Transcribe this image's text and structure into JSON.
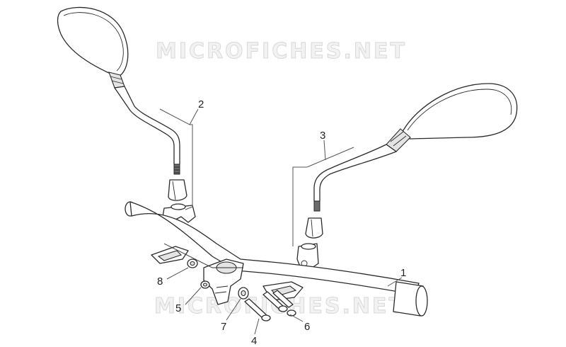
{
  "watermark": {
    "text": "MICROFICHES.NET"
  },
  "callouts": {
    "c1": "1",
    "c2": "2",
    "c3": "3",
    "c4": "4",
    "c5": "5",
    "c6": "6",
    "c7": "7",
    "c8": "8"
  }
}
